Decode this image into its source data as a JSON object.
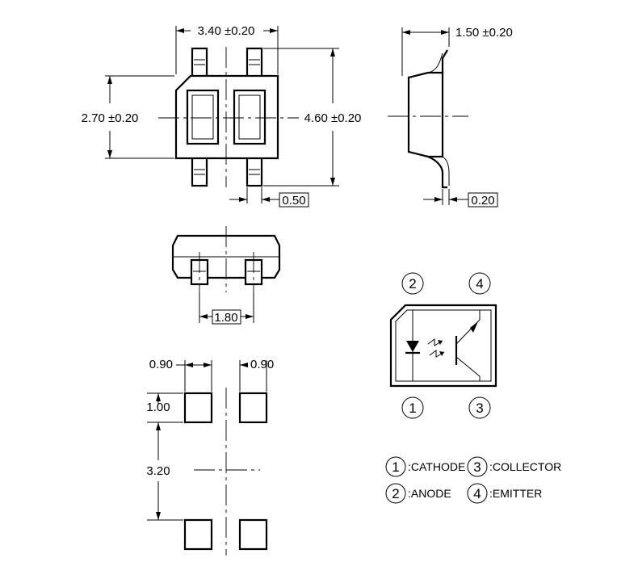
{
  "top_view": {
    "width_dim": "3.40 ±0.20",
    "height_dim": "2.70 ±0.20",
    "length_dim": "4.60 ±0.20",
    "lead_width_dim": "0.50"
  },
  "side_view": {
    "thickness_dim": "1.50 ±0.20",
    "lead_thickness_dim": "0.20"
  },
  "front_view": {
    "pitch_dim": "1.80"
  },
  "footprint": {
    "pad_width_left": "0.90",
    "pad_width_right": "0.90",
    "pad_height": "1.00",
    "pad_spacing": "3.20"
  },
  "schematic": {
    "pins": [
      "1",
      "2",
      "3",
      "4"
    ]
  },
  "legend": [
    {
      "pin": "1",
      "label": ":CATHODE"
    },
    {
      "pin": "3",
      "label": ":COLLECTOR"
    },
    {
      "pin": "2",
      "label": ":ANODE"
    },
    {
      "pin": "4",
      "label": ":EMITTER"
    }
  ]
}
